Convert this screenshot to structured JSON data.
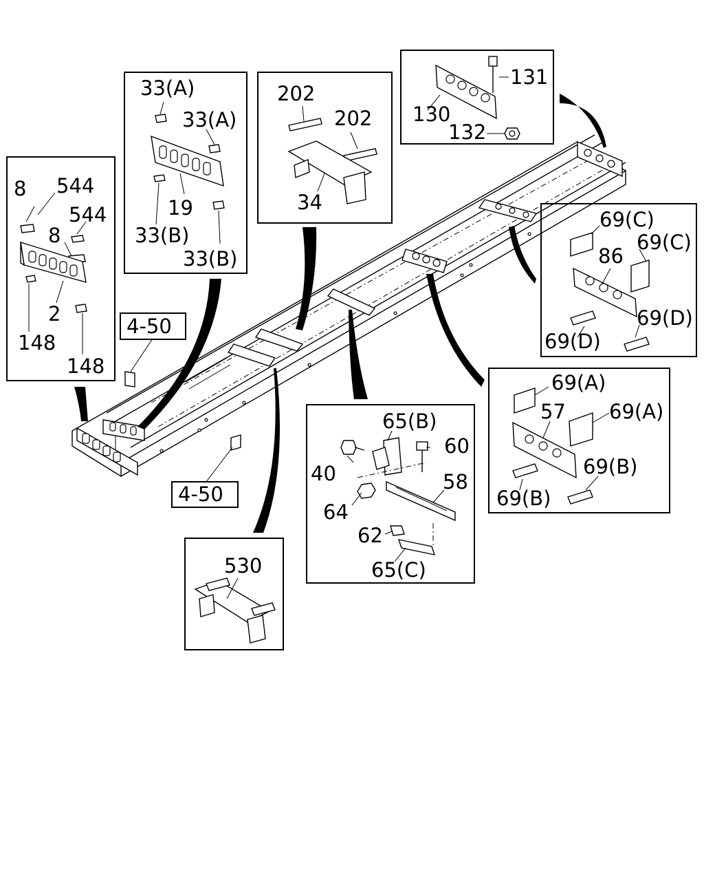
{
  "callouts": {
    "frame_front": [
      "8",
      "544",
      "544",
      "8",
      "2",
      "148",
      "148"
    ],
    "crossmember_19": [
      "33(A)",
      "33(A)",
      "19",
      "33(B)",
      "33(B)"
    ],
    "crossmember_34": [
      "202",
      "202",
      "34"
    ],
    "rear_end": [
      "131",
      "130",
      "132"
    ],
    "crossmember_86": [
      "69(C)",
      "69(C)",
      "86",
      "69(D)",
      "69(D)"
    ],
    "crossmember_57": [
      "69(A)",
      "57",
      "69(A)",
      "69(B)",
      "69(B)"
    ],
    "bracket_58": [
      "65(B)",
      "60",
      "40",
      "58",
      "64",
      "62",
      "65(C)"
    ],
    "crossmember_530": [
      "530"
    ],
    "references": [
      "4-50",
      "4-50"
    ]
  }
}
